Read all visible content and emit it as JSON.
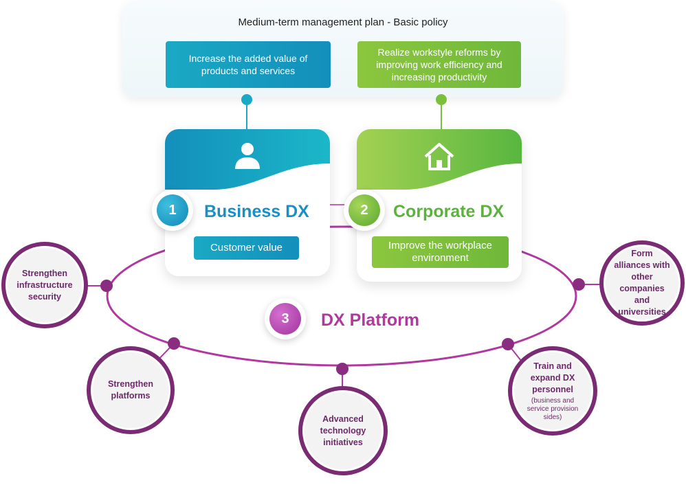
{
  "policy": {
    "title": "Medium-term management plan - Basic policy",
    "goal_business": "Increase the added value of products and services",
    "goal_corporate": "Realize workstyle reforms by improving work efficiency and increasing productivity"
  },
  "business_dx": {
    "number": "1",
    "title": "Business DX",
    "tag": "Customer value",
    "icon": "person-icon"
  },
  "corporate_dx": {
    "number": "2",
    "title": "Corporate DX",
    "tag": "Improve the workplace environment",
    "icon": "house-icon"
  },
  "platform": {
    "number": "3",
    "title": "DX Platform"
  },
  "initiatives": {
    "security": "Strengthen infrastructure security",
    "platforms": "Strengthen platforms",
    "advanced": "Advanced technology initiatives",
    "personnel": "Train and expand DX personnel",
    "personnel_note": "(business and service provision sides)",
    "alliances": "Form alliances with other companies and universities"
  },
  "colors": {
    "blue": "#138fbb",
    "green": "#6fb83a",
    "purple": "#b0389f",
    "dark_purple": "#7b2a74"
  }
}
